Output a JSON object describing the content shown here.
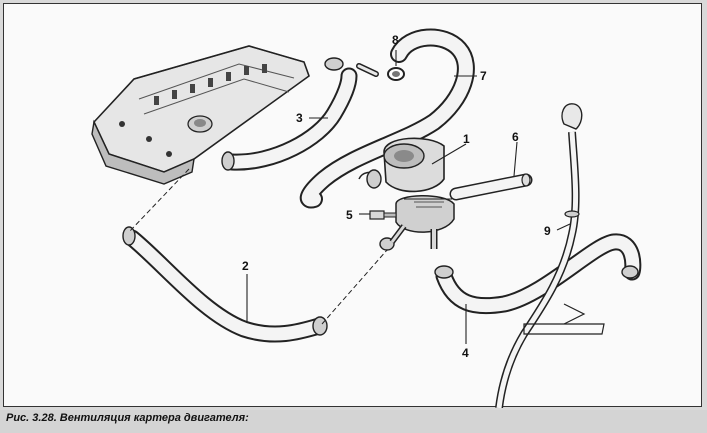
{
  "caption": "Рис. 3.28. Вентиляция картера двигателя:",
  "callouts": {
    "n1": "1",
    "n2": "2",
    "n3": "3",
    "n4": "4",
    "n5": "5",
    "n6": "6",
    "n7": "7",
    "n8": "8",
    "n9": "9"
  }
}
